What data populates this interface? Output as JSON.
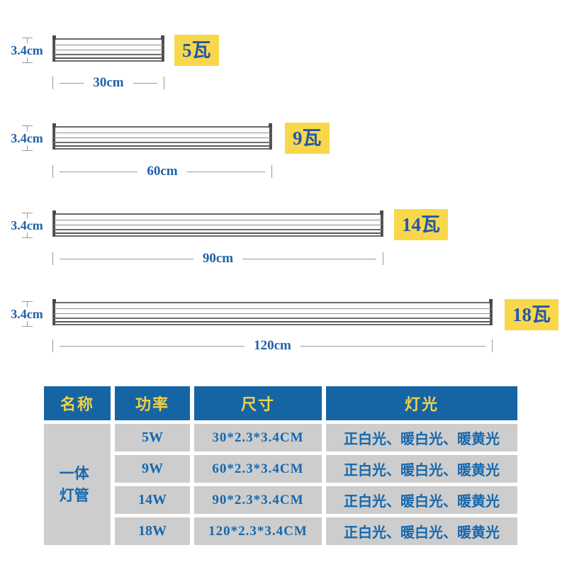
{
  "colors": {
    "header_blue": "#1565a5",
    "header_text_yellow": "#f0d245",
    "badge_yellow": "#f8d84a",
    "dimension_text_blue": "#2161ac",
    "cell_gray": "#cdcdcd",
    "cell_text_blue": "#1668ad",
    "dimension_line_gray": "#9a9a9a"
  },
  "diagrams": [
    {
      "height_label": "3.4cm",
      "length_label": "30cm",
      "watt_label": "5瓦"
    },
    {
      "height_label": "3.4cm",
      "length_label": "60cm",
      "watt_label": "9瓦"
    },
    {
      "height_label": "3.4cm",
      "length_label": "90cm",
      "watt_label": "14瓦"
    },
    {
      "height_label": "3.4cm",
      "length_label": "120cm",
      "watt_label": "18瓦"
    }
  ],
  "table": {
    "headers": [
      "名称",
      "功率",
      "尺寸",
      "灯光"
    ],
    "product_name": "一体灯管",
    "rows": [
      {
        "power": "5W",
        "size": "30*2.3*3.4CM",
        "light": "正白光、暖白光、暖黄光"
      },
      {
        "power": "9W",
        "size": "60*2.3*3.4CM",
        "light": "正白光、暖白光、暖黄光"
      },
      {
        "power": "14W",
        "size": "90*2.3*3.4CM",
        "light": "正白光、暖白光、暖黄光"
      },
      {
        "power": "18W",
        "size": "120*2.3*3.4CM",
        "light": "正白光、暖白光、暖黄光"
      }
    ]
  }
}
